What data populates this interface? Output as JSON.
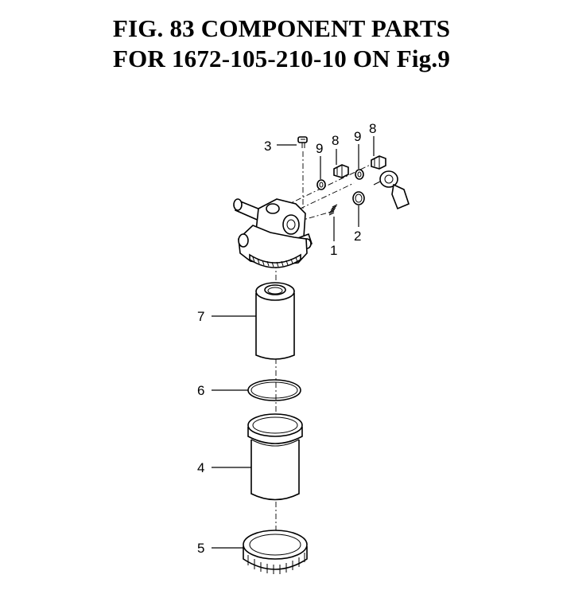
{
  "title": {
    "line1": "FIG. 83  COMPONENT PARTS",
    "line2": "FOR 1672-105-210-10 ON Fig.9"
  },
  "callouts": {
    "p1": "1",
    "p2": "2",
    "p3": "3",
    "p4": "4",
    "p5": "5",
    "p6": "6",
    "p7": "7",
    "p8a": "8",
    "p8b": "8",
    "p9a": "9",
    "p9b": "9"
  }
}
